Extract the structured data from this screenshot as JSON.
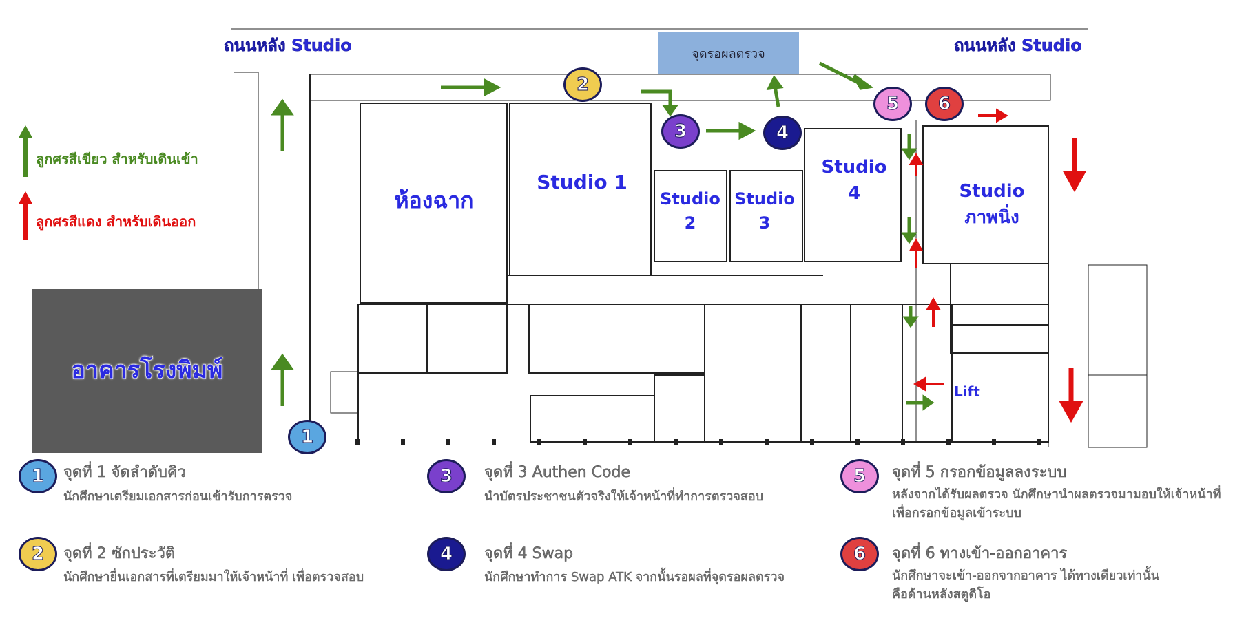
{
  "map": {
    "street_left": "ถนนหลัง Studio",
    "street_right": "ถนนหลัง Studio",
    "waiting_area": "จุดรอผลตรวจ",
    "building_print": "อาคารโรงพิมพ์",
    "rooms": {
      "scene_room": "ห้องฉาก",
      "studio1": "Studio 1",
      "studio2_a": "Studio",
      "studio2_b": "2",
      "studio3_a": "Studio",
      "studio3_b": "3",
      "studio4_a": "Studio",
      "studio4_b": "4",
      "studio_photo_a": "Studio",
      "studio_photo_b": "ภาพนิ่ง",
      "lift": "Lift"
    },
    "colors": {
      "green_arrow": "#4a8a22",
      "red_arrow": "#e01010",
      "waiting_bg": "#8cb0dc",
      "building_bg": "#5a5a5a"
    }
  },
  "key": {
    "green": "ลูกศรสีเขียว สำหรับเดินเข้า",
    "red": "ลูกศรสีแดง สำหรับเดินออก"
  },
  "points": [
    {
      "num": "1",
      "color": "#5aa6e0",
      "title": "จุดที่ 1 จัดลำดับคิว",
      "desc": [
        "นักศึกษาเตรียมเอกสารก่อนเข้ารับการตรวจ"
      ]
    },
    {
      "num": "2",
      "color": "#f0cc50",
      "title": "จุดที่ 2 ซักประวัติ",
      "desc": [
        "นักศึกษายื่นเอกสารที่เตรียมมาให้เจ้าหน้าที่ เพื่อตรวจสอบ"
      ]
    },
    {
      "num": "3",
      "color": "#7a40cc",
      "title": "จุดที่ 3 Authen Code",
      "desc": [
        "นำบัตรประชาชนตัวจริงให้เจ้าหน้าที่ทำการตรวจสอบ"
      ]
    },
    {
      "num": "4",
      "color": "#1a1a90",
      "title": "จุดที่ 4 Swap",
      "desc": [
        "นักศึกษาทำการ Swap ATK  จากนั้นรอผลที่จุดรอผลตรวจ"
      ]
    },
    {
      "num": "5",
      "color": "#ee90dc",
      "title": "จุดที่ 5 กรอกข้อมูลลงระบบ",
      "desc": [
        "หลังจากได้รับผลตรวจ นักศึกษานำผลตรวจมามอบให้เจ้าหน้าที่",
        "เพื่อกรอกข้อมูลเข้าระบบ"
      ]
    },
    {
      "num": "6",
      "color": "#e04040",
      "title": "จุดที่ 6 ทางเข้า-ออกอาคาร",
      "desc": [
        "นักศึกษาจะเข้า-ออกจากอาคาร ได้ทางเดียวเท่านั้น",
        "คือด้านหลังสตูดิโอ"
      ]
    }
  ]
}
